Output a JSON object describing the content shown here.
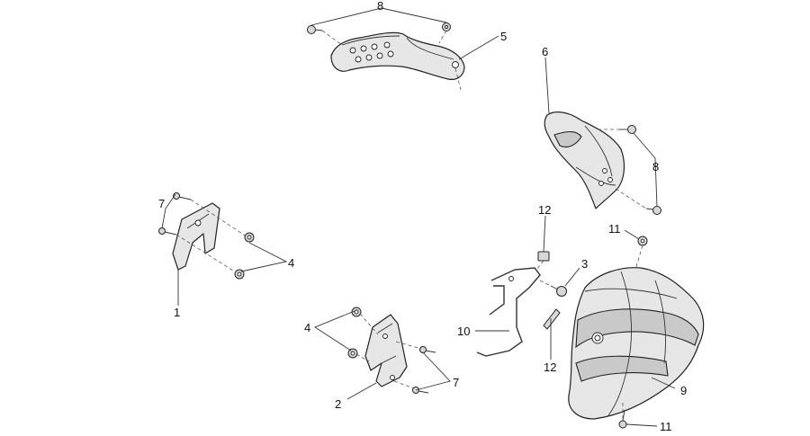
{
  "callouts": {
    "c1": "1",
    "c2": "2",
    "c3": "3",
    "c4a": "4",
    "c4b": "4",
    "c5": "5",
    "c6": "6",
    "c7a": "7",
    "c7b": "7",
    "c8a": "8",
    "c8b": "8",
    "c9": "9",
    "c10": "10",
    "c11a": "11",
    "c11b": "11",
    "c12a": "12",
    "c12b": "12"
  }
}
